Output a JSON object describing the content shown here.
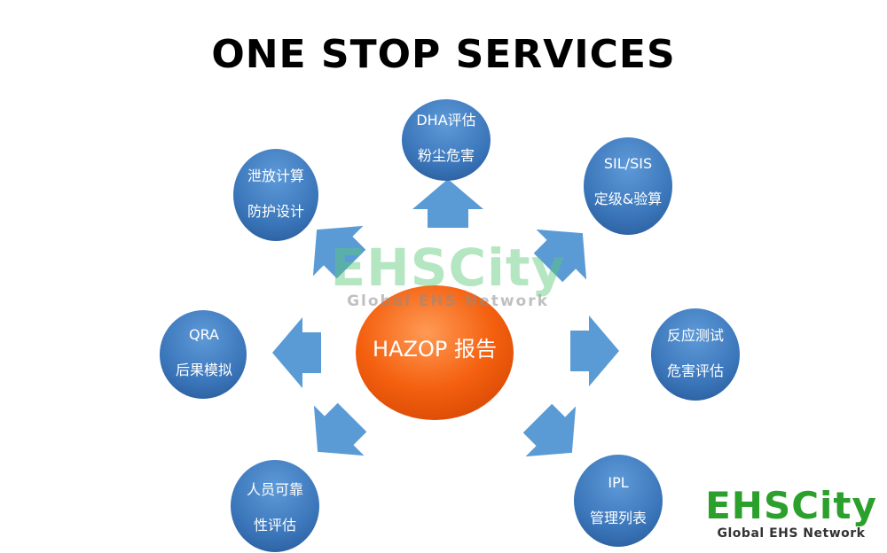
{
  "title": "ONE STOP SERVICES",
  "center": {
    "label": "HAZOP 报告",
    "color": "#f45b0f"
  },
  "node_color": "#3f7fc0",
  "arrow_color": "#5b9bd5",
  "nodes": [
    {
      "line1": "DHA评估",
      "line2": "粉尘危害"
    },
    {
      "line1": "SIL/SIS",
      "line2": "定级&验算"
    },
    {
      "line1": "反应测试",
      "line2": "危害评估"
    },
    {
      "line1": "IPL",
      "line2": "管理列表"
    },
    {
      "line1": "人员可靠",
      "line2": "性评估"
    },
    {
      "line1": "QRA",
      "line2": "后果模拟"
    },
    {
      "line1": "泄放计算",
      "line2": "防护设计"
    }
  ],
  "watermark": {
    "top": "EHSCity",
    "bottom": "Global EHS Network"
  },
  "logo": {
    "top": "EHSCity",
    "bottom": "Global EHS Network"
  }
}
